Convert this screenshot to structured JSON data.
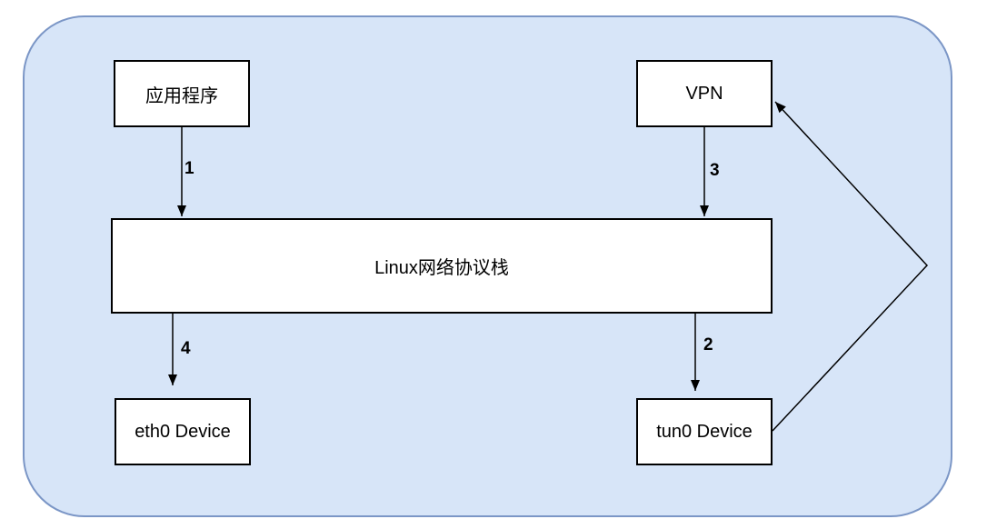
{
  "diagram": {
    "description": "VPN traffic flow through the Linux network protocol stack",
    "colors": {
      "container_fill": "#d7e5f8",
      "container_border": "#7b96c6",
      "node_fill": "#ffffff",
      "node_border": "#000000",
      "arrow": "#000000"
    },
    "nodes": [
      {
        "id": "application",
        "label": "应用程序"
      },
      {
        "id": "vpn",
        "label": "VPN"
      },
      {
        "id": "stack",
        "label": "Linux网络协议栈"
      },
      {
        "id": "eth0",
        "label": "eth0 Device"
      },
      {
        "id": "tun0",
        "label": "tun0 Device"
      }
    ],
    "edges": [
      {
        "from": "application",
        "to": "stack",
        "label": "1"
      },
      {
        "from": "stack",
        "to": "tun0",
        "label": "2"
      },
      {
        "from": "vpn",
        "to": "stack",
        "label": "3"
      },
      {
        "from": "stack",
        "to": "eth0",
        "label": "4"
      },
      {
        "from": "tun0",
        "to": "vpn",
        "label": ""
      }
    ]
  }
}
